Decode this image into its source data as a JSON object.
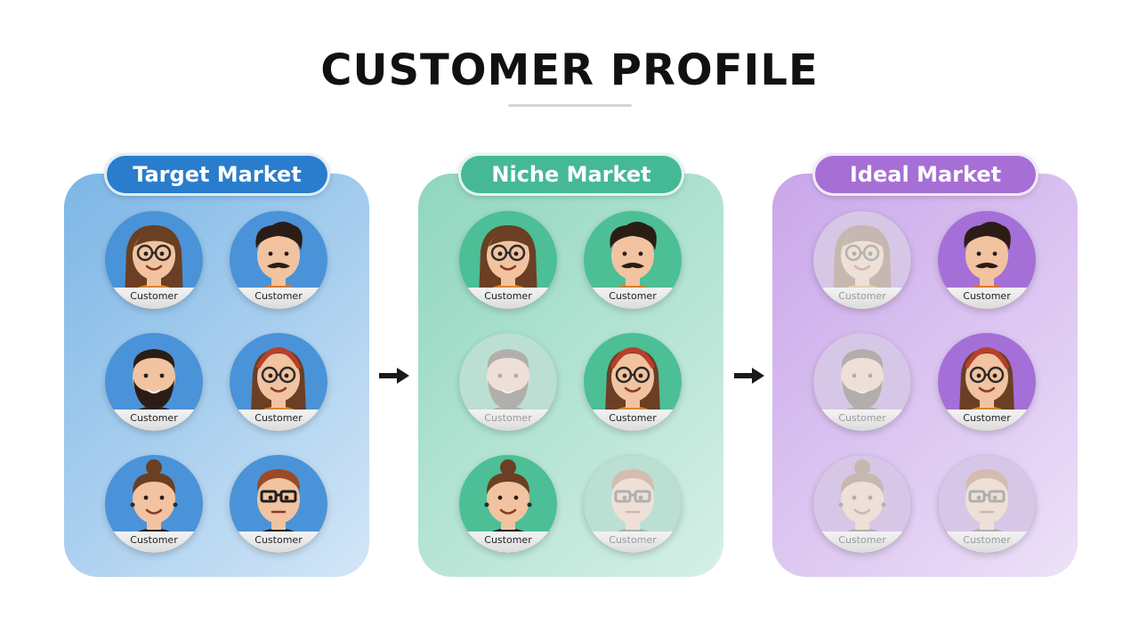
{
  "title": "CUSTOMER PROFILE",
  "panels": [
    {
      "label": "Target Market",
      "label_color": "#2a7dcc",
      "bg_from": "#7cb6e6",
      "bg_to": "#d3e6f7",
      "avatar_bg": "#4a93d8",
      "avatars": [
        {
          "type": "woman-glasses",
          "caption": "Customer",
          "faded": false
        },
        {
          "type": "man-mustache",
          "caption": "Customer",
          "faded": false
        },
        {
          "type": "man-beard",
          "caption": "Customer",
          "faded": false
        },
        {
          "type": "woman-headband",
          "caption": "Customer",
          "faded": false
        },
        {
          "type": "woman-bun",
          "caption": "Customer",
          "faded": false
        },
        {
          "type": "man-redhair-glasses",
          "caption": "Customer",
          "faded": false
        }
      ]
    },
    {
      "label": "Niche Market",
      "label_color": "#45b996",
      "bg_from": "#8fd6be",
      "bg_to": "#d6f0e7",
      "avatar_bg": "#4cbf96",
      "avatars": [
        {
          "type": "woman-glasses",
          "caption": "Customer",
          "faded": false
        },
        {
          "type": "man-mustache",
          "caption": "Customer",
          "faded": false
        },
        {
          "type": "man-beard",
          "caption": "Customer",
          "faded": true
        },
        {
          "type": "woman-headband",
          "caption": "Customer",
          "faded": false
        },
        {
          "type": "woman-bun",
          "caption": "Customer",
          "faded": false
        },
        {
          "type": "man-redhair-glasses",
          "caption": "Customer",
          "faded": true
        }
      ]
    },
    {
      "label": "Ideal Market",
      "label_color": "#a66fd6",
      "bg_from": "#c9a6ea",
      "bg_to": "#ede1f8",
      "avatar_bg": "#a56fd8",
      "avatars": [
        {
          "type": "woman-glasses",
          "caption": "Customer",
          "faded": true
        },
        {
          "type": "man-mustache",
          "caption": "Customer",
          "faded": false
        },
        {
          "type": "man-beard",
          "caption": "Customer",
          "faded": true
        },
        {
          "type": "woman-headband",
          "caption": "Customer",
          "faded": false
        },
        {
          "type": "woman-bun",
          "caption": "Customer",
          "faded": true
        },
        {
          "type": "man-redhair-glasses",
          "caption": "Customer",
          "faded": true
        }
      ]
    }
  ],
  "arrow_icon": "arrow-right-icon"
}
